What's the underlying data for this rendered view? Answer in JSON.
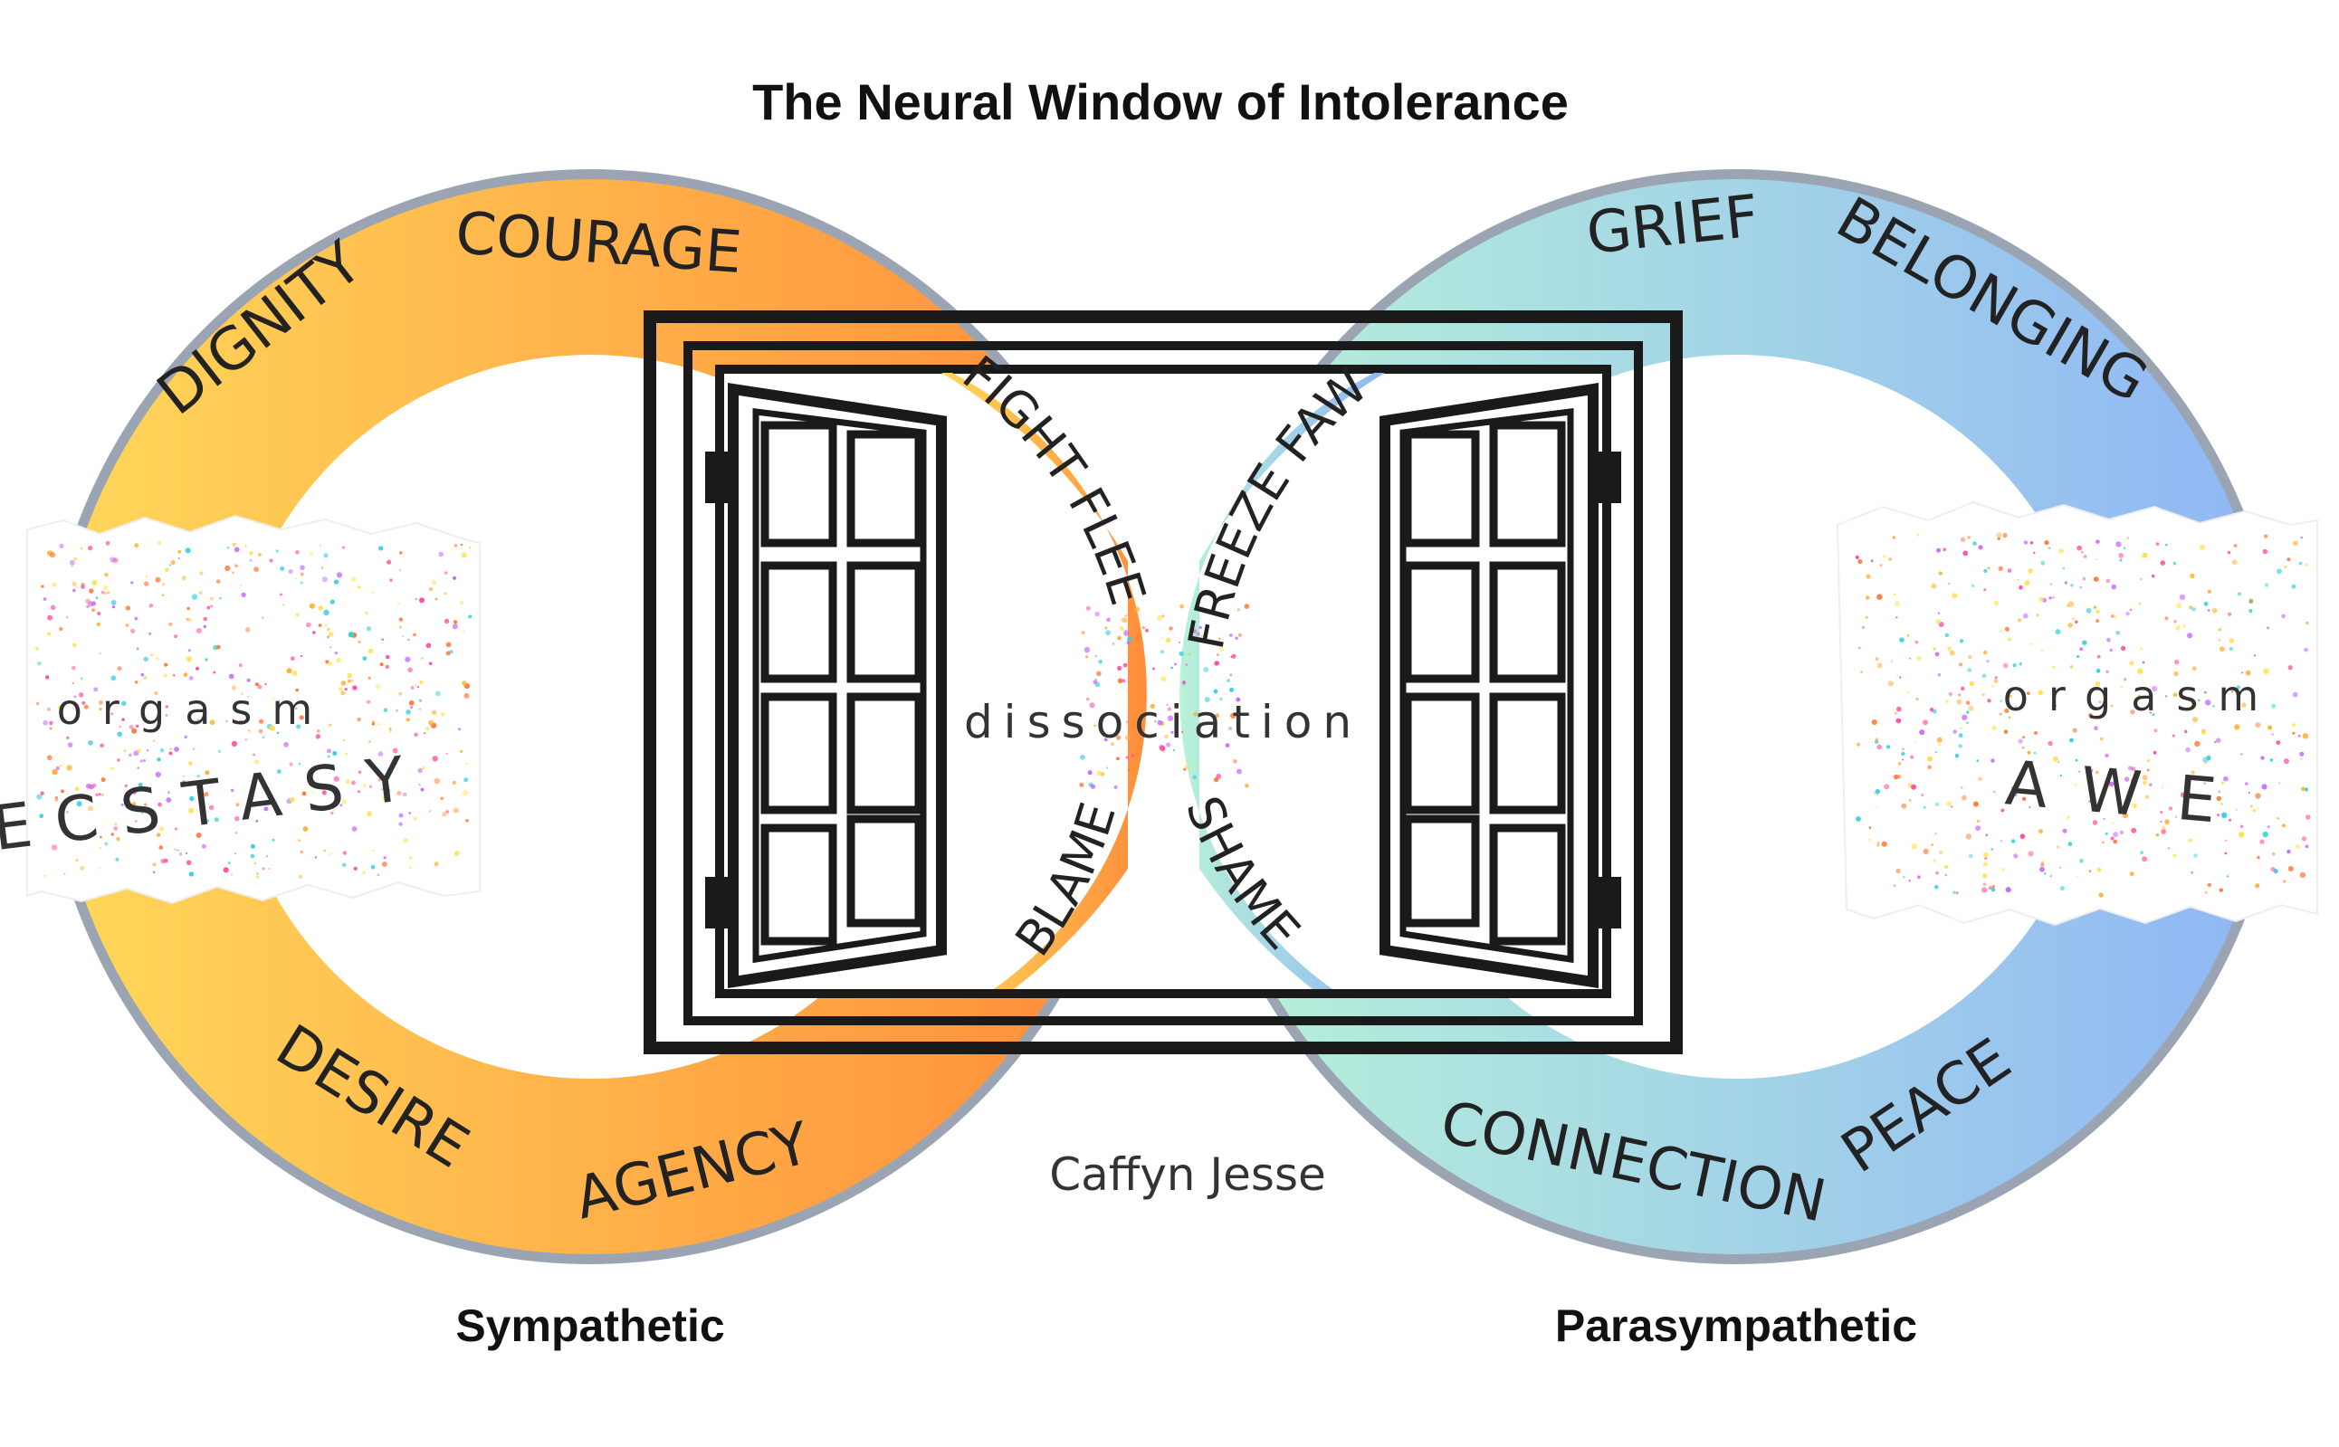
{
  "title": "The Neural Window of Intolerance",
  "left_label": "Sympathetic",
  "right_label": "Parasympathetic",
  "credit": "Caffyn Jesse",
  "center_word": "dissociation",
  "left_ring": {
    "words_top": [
      "DIGNITY",
      "COURAGE"
    ],
    "words_bottom": [
      "DESIRE",
      "AGENCY"
    ],
    "inner_top": "FIGHT FLEE",
    "inner_bottom": "BLAME",
    "band_small": "orgasm",
    "band_big": "ECSTASY"
  },
  "right_ring": {
    "words_top": [
      "GRIEF",
      "BELONGING"
    ],
    "words_bottom": [
      "CONNECTION",
      "PEACE"
    ],
    "inner_top": "FREEZE FAWN",
    "inner_bottom": "SHAME",
    "band_small": "orgasm",
    "band_big": "AWE"
  },
  "colors": {
    "left_ring_start": "#FFD85A",
    "left_ring_end": "#FF8C3A",
    "right_ring_start": "#B8F2D8",
    "right_ring_end": "#8FB6F5",
    "ring_border": "#9AA4B2",
    "window": "#1a1a1a"
  },
  "icons": [
    "open-window-icon"
  ]
}
